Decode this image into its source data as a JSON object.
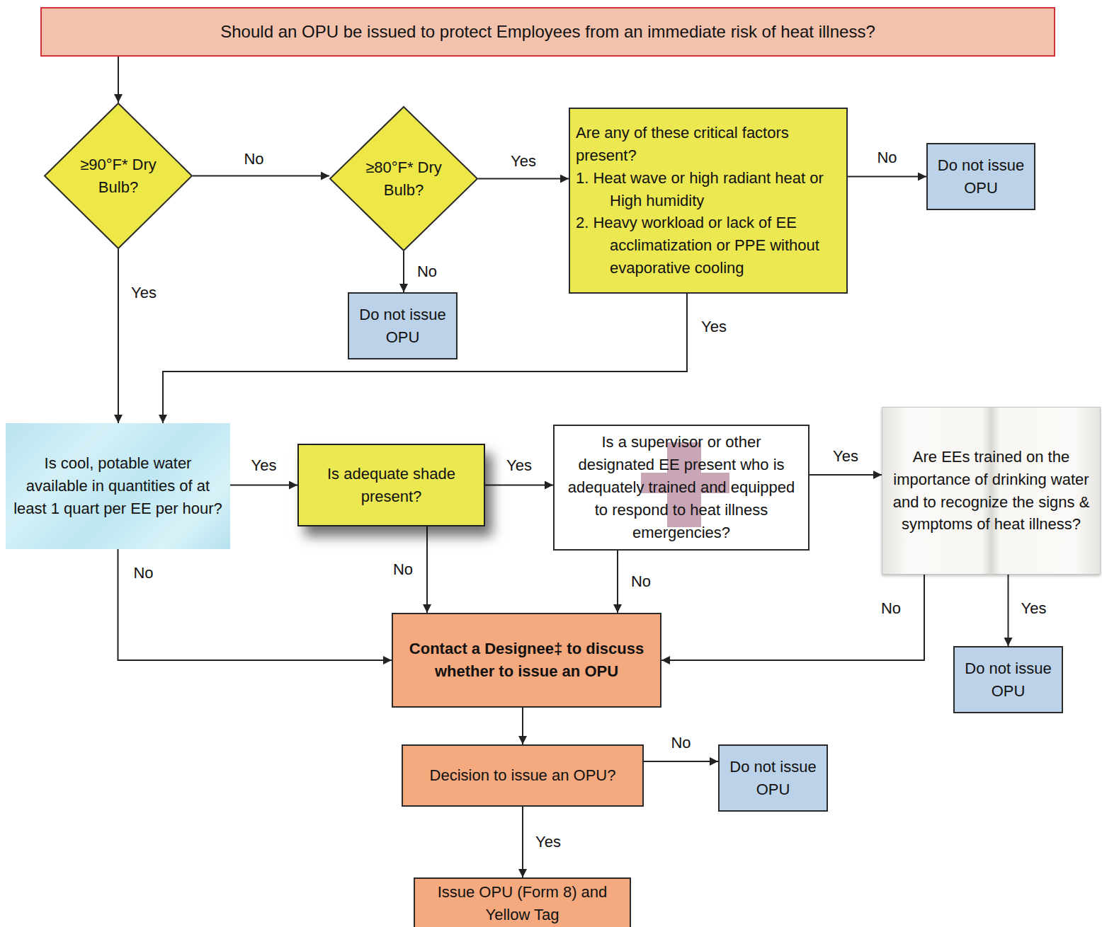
{
  "diagram": {
    "nodes": [
      {
        "text": [
          "Should an OPU be issued to protect Employees from an immediate risk of heat illness?"
        ]
      },
      {
        "text": [
          "≥90°F* Dry Bulb?"
        ]
      },
      {
        "text": [
          "≥80°F* Dry Bulb?"
        ]
      },
      {
        "text": [
          "Are any of these critical factors present?",
          "1. Heat wave or high radiant heat or High humidity",
          "2. Heavy workload or lack of EE acclimatization or PPE without evaporative cooling"
        ]
      },
      {
        "text": [
          "Do not issue OPU"
        ]
      },
      {
        "text": [
          "Do not issue OPU"
        ]
      },
      {
        "text": [
          "Is cool, potable water available in quantities of at least 1 quart per EE per hour?"
        ]
      },
      {
        "text": [
          "Is adequate shade present?"
        ]
      },
      {
        "text": [
          "Is a supervisor or other designated EE present who is adequately trained and equipped to respond to heat illness emergencies?"
        ]
      },
      {
        "text": [
          "Are EEs trained on the importance of drinking water and to recognize the signs & symptoms of heat illness?"
        ]
      },
      {
        "text": [
          "Contact a Designee‡ to discuss whether to issue an OPU"
        ]
      },
      {
        "text": [
          "Do not issue OPU"
        ]
      },
      {
        "text": [
          "Decision to issue an OPU?"
        ]
      },
      {
        "text": [
          "Do not issue OPU"
        ]
      },
      {
        "text": [
          "Issue OPU (Form 8) and Yellow Tag"
        ]
      }
    ],
    "edges": [
      {
        "from": 0,
        "to": 1,
        "arrow": "to"
      },
      {
        "from": 1,
        "to": 2,
        "label": "No",
        "arrow": "to"
      },
      {
        "from": 1,
        "to": 6,
        "label": "Yes",
        "arrow": "to"
      },
      {
        "from": 2,
        "to": 3,
        "label": "Yes",
        "arrow": "to"
      },
      {
        "from": 2,
        "to": 5,
        "label": "No",
        "arrow": "to"
      },
      {
        "from": 3,
        "to": 4,
        "label": "No",
        "arrow": "to"
      },
      {
        "from": 3,
        "to": 6,
        "label": "Yes",
        "arrow": "to"
      },
      {
        "from": 6,
        "to": 7,
        "label": "Yes",
        "arrow": "to"
      },
      {
        "from": 6,
        "to": 10,
        "label": "No",
        "arrow": "to"
      },
      {
        "from": 7,
        "to": 8,
        "label": "Yes",
        "arrow": "to"
      },
      {
        "from": 7,
        "to": 10,
        "label": "No",
        "arrow": "to"
      },
      {
        "from": 8,
        "to": 9,
        "label": "Yes",
        "arrow": "to"
      },
      {
        "from": 8,
        "to": 10,
        "label": "No",
        "arrow": "to"
      },
      {
        "from": 9,
        "to": 10,
        "label": "No",
        "arrow": "to"
      },
      {
        "from": 9,
        "to": 11,
        "label": "Yes",
        "arrow": "to"
      },
      {
        "from": 10,
        "to": 12,
        "arrow": "to"
      },
      {
        "from": 12,
        "to": 13,
        "label": "No",
        "arrow": "to"
      },
      {
        "from": 12,
        "to": 14,
        "label": "Yes",
        "arrow": "to"
      }
    ]
  }
}
